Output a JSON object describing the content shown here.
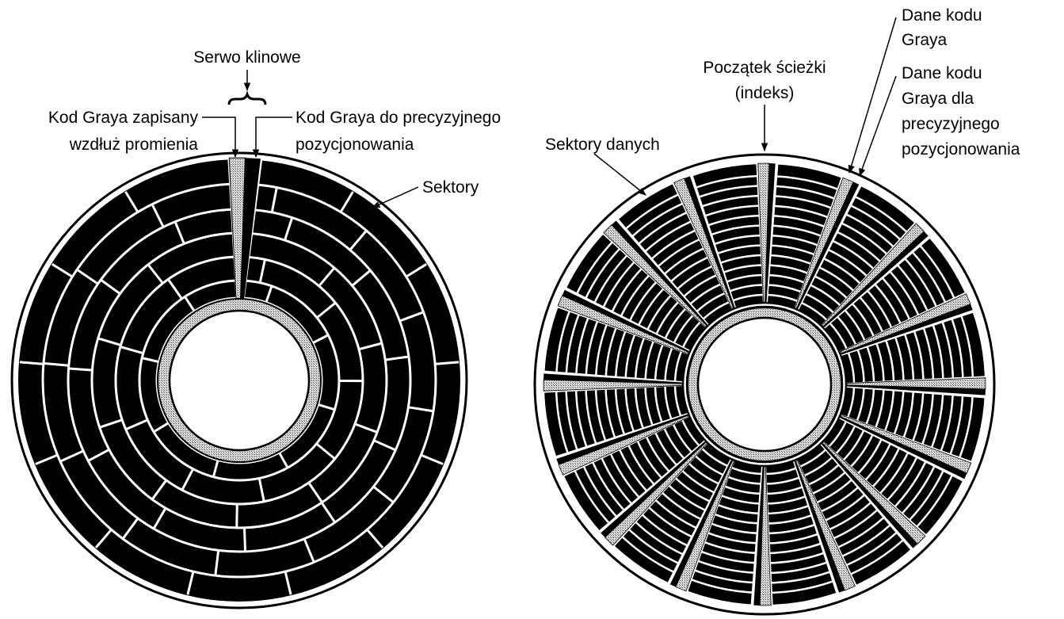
{
  "left_disk": {
    "title": "Serwo klinowe",
    "gray_code_radial": [
      "Kod Graya zapisany",
      "wzdłuż promienia"
    ],
    "gray_code_fine": [
      "Kod Graya do precyzyjnego",
      "pozycjonowania"
    ],
    "sectors": "Sektory"
  },
  "right_disk": {
    "data_sectors": "Sektory danych",
    "track_start": [
      "Początek ścieżki",
      "(indeks)"
    ],
    "gray_code_data": [
      "Dane kodu",
      "Graya"
    ],
    "gray_code_fine_data": [
      "Dane kodu",
      "Graya dla",
      "precyzyjnego",
      "pozycjonowania"
    ]
  },
  "colors": {
    "ink": "#000000",
    "stipple": "#b4b4b4",
    "paper": "#ffffff"
  }
}
